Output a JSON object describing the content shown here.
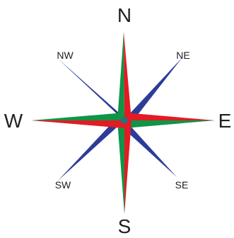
{
  "compass": {
    "labels": {
      "n": "N",
      "ne": "NE",
      "e": "E",
      "se": "SE",
      "s": "S",
      "sw": "SW",
      "w": "W",
      "nw": "NW"
    },
    "colors": {
      "blue": "#2d3c97",
      "green": "#109447",
      "red": "#e21b24",
      "hub": "#2f6f7a",
      "background": "#ffffff"
    }
  }
}
